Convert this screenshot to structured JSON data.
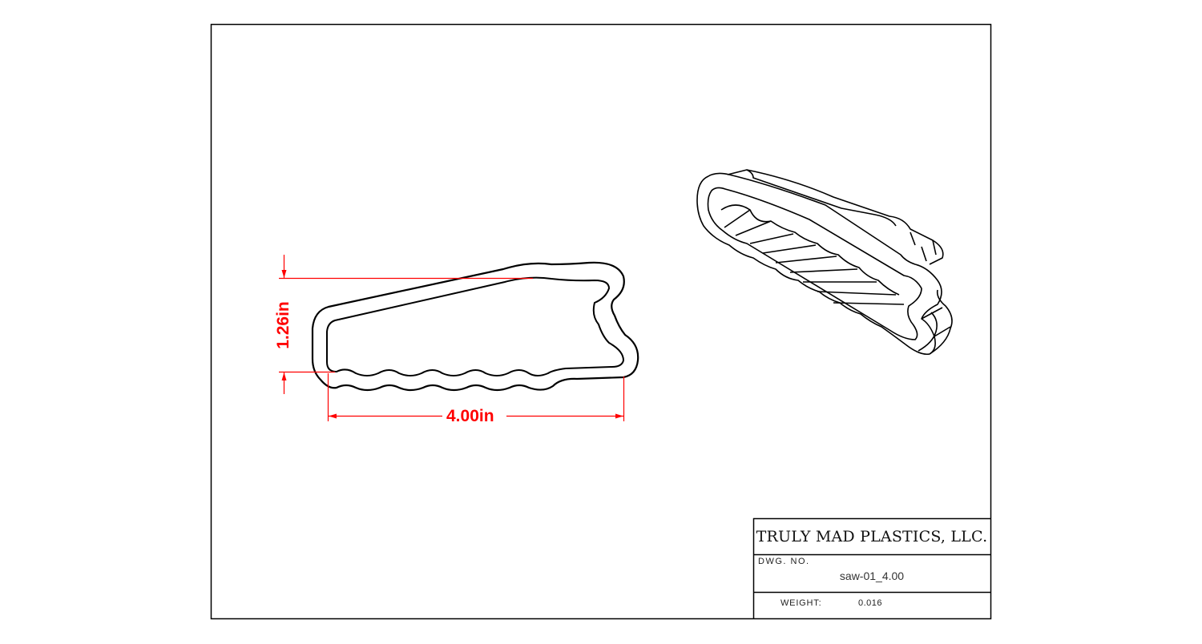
{
  "title_block": {
    "company": "TRULY MAD PLASTICS, LLC.",
    "dwg_no_label": "DWG. NO.",
    "dwg_no_value": "saw-01_4.00",
    "weight_label": "WEIGHT:",
    "weight_value": "0.016"
  },
  "dimensions": {
    "width": "4.00in",
    "height": "1.26in"
  },
  "colors": {
    "dimension": "#ff0000",
    "line": "#000000"
  }
}
